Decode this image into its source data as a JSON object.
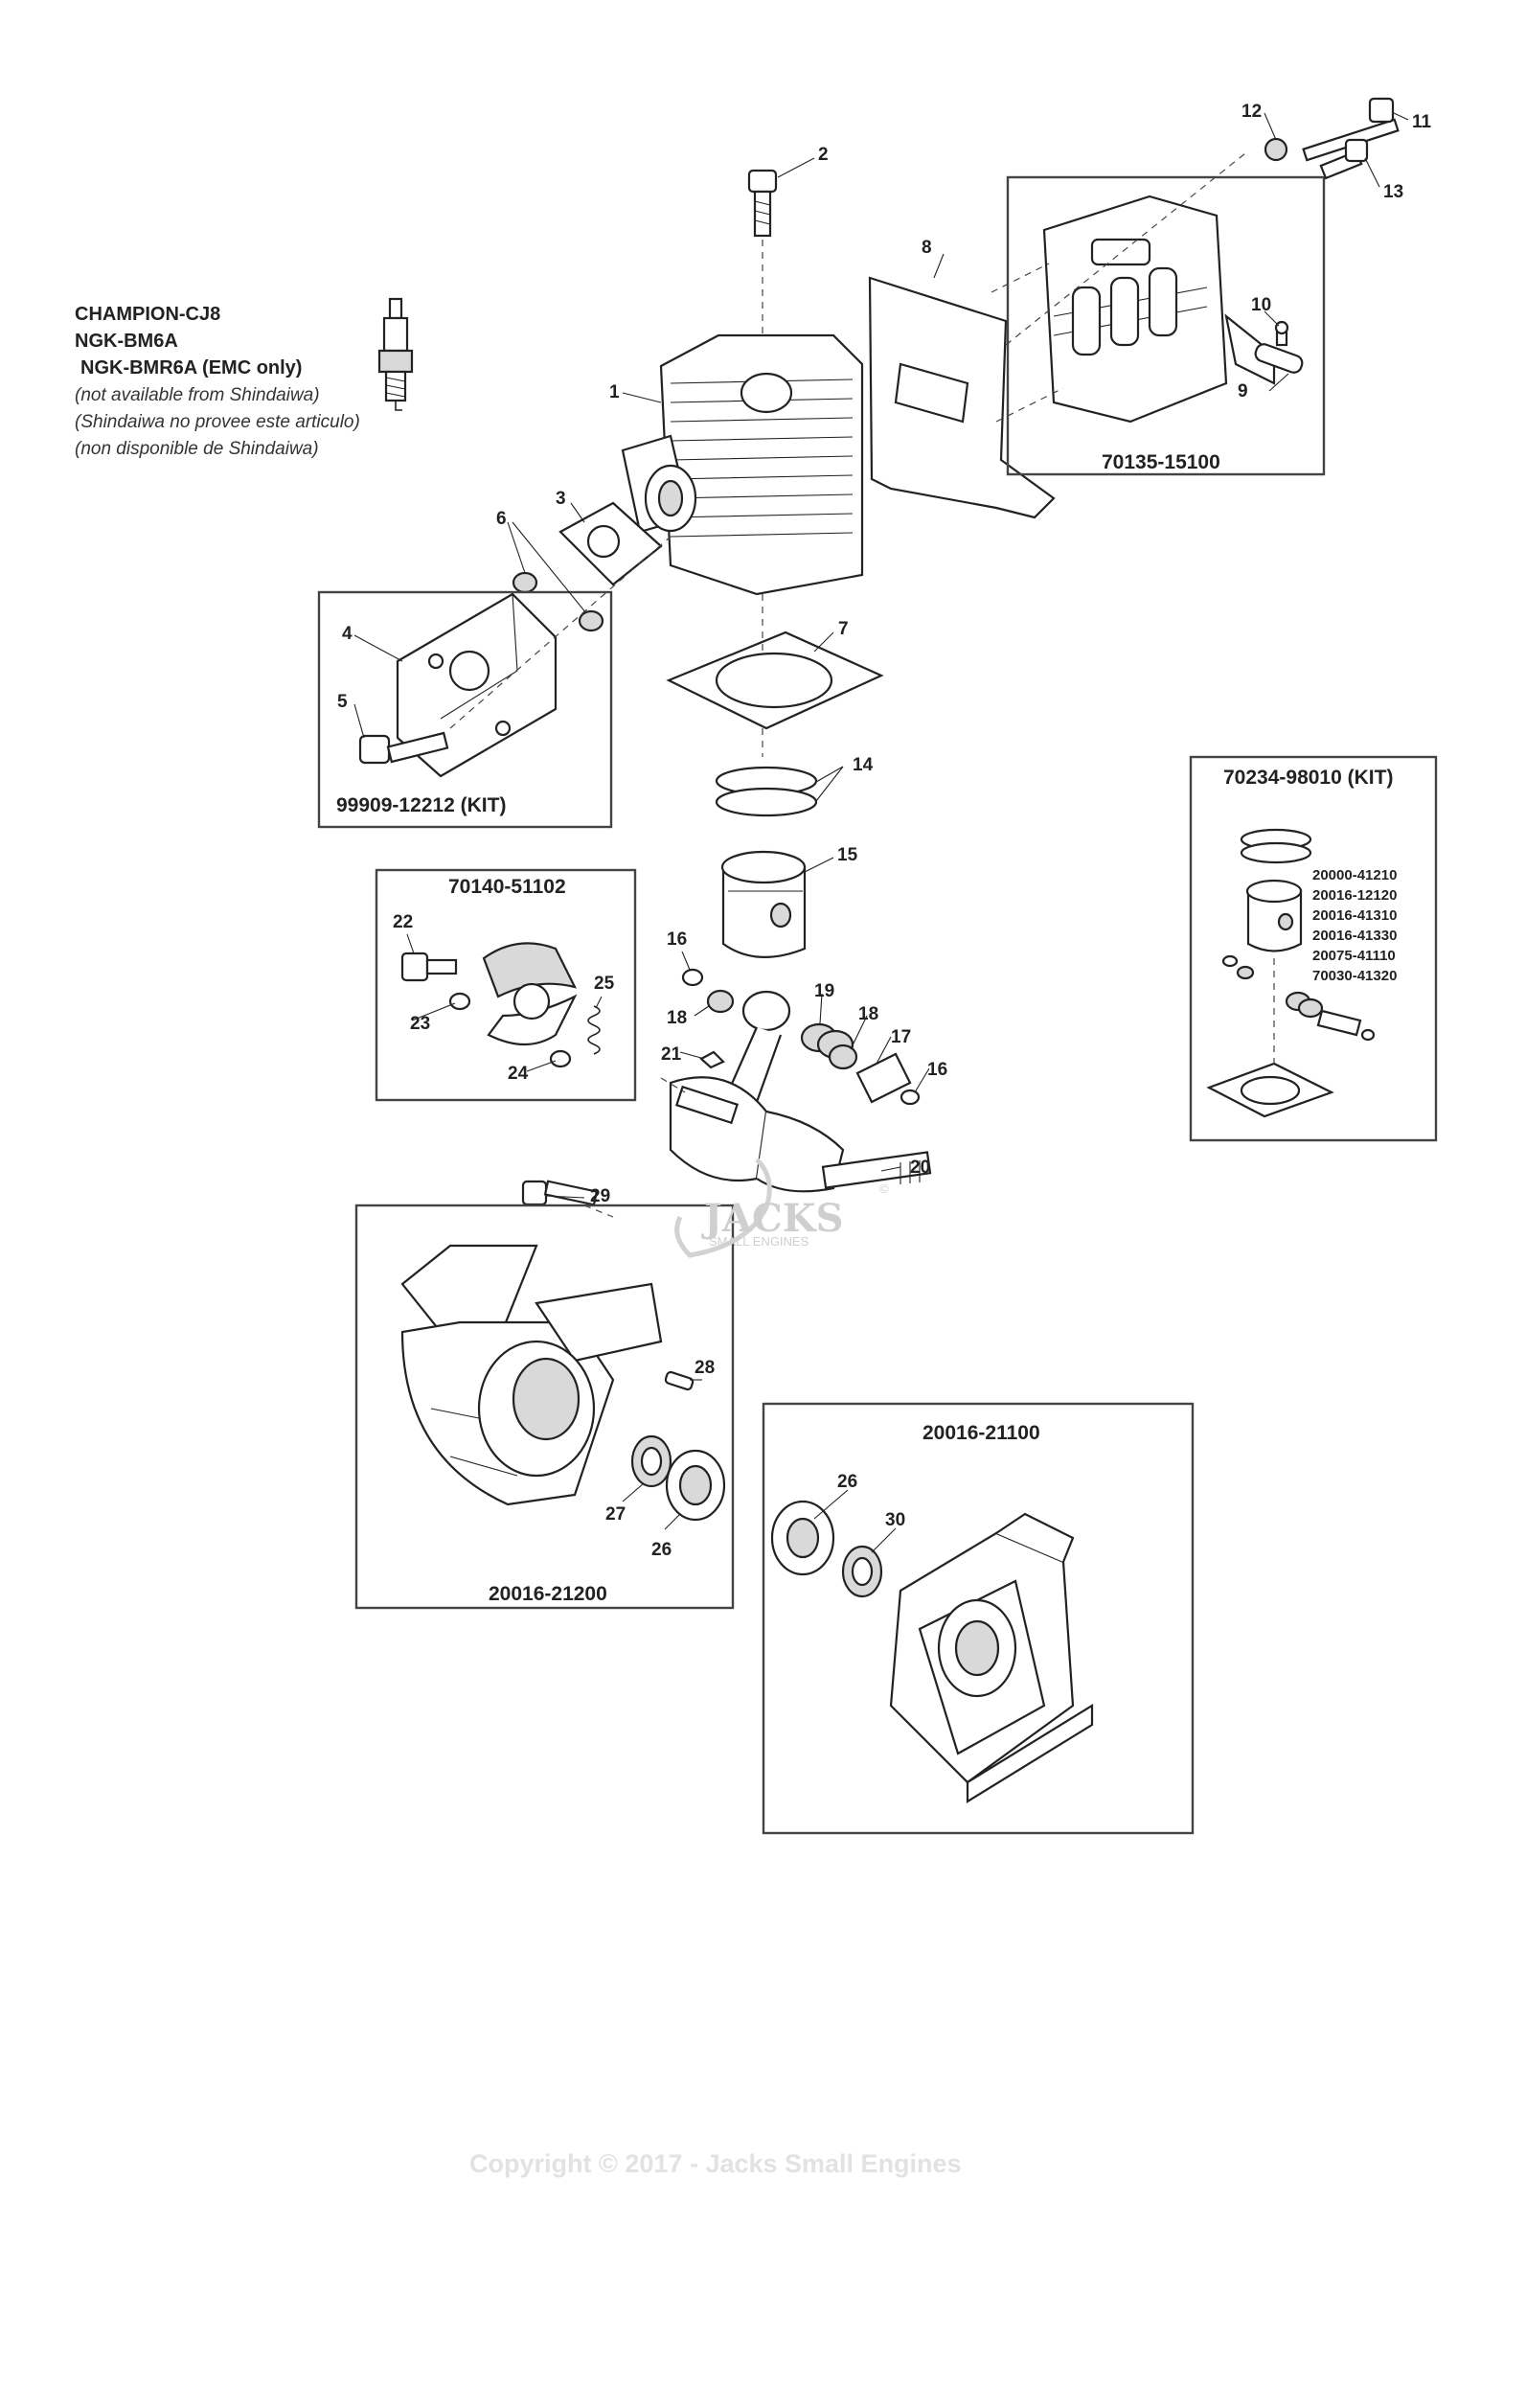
{
  "spark_plug": {
    "icon": "spark-plug-icon",
    "lines": [
      "CHAMPION-CJ8",
      "NGK-BM6A",
      "NGK-BMR6A (EMC only)"
    ],
    "notes": [
      "(not available from Shindaiwa)",
      "(Shindaiwa no provee este articulo)",
      "(non disponible de Shindaiwa)"
    ]
  },
  "kits": {
    "muffler": "70135-15100",
    "intake": "99909-12212 (KIT)",
    "clutch": "70140-51102",
    "piston_kit": "70234-98010 (KIT)",
    "crankcase_left": "20016-21200",
    "crankcase_right": "20016-21100"
  },
  "piston_kit_parts": [
    "20000-41210",
    "20016-12120",
    "20016-41310",
    "20016-41330",
    "20075-41110",
    "70030-41320"
  ],
  "callouts": [
    "1",
    "2",
    "3",
    "4",
    "5",
    "6",
    "7",
    "8",
    "9",
    "10",
    "11",
    "12",
    "13",
    "14",
    "15",
    "16",
    "16",
    "17",
    "18",
    "18",
    "19",
    "20",
    "21",
    "22",
    "23",
    "24",
    "25",
    "26",
    "26",
    "27",
    "28",
    "29",
    "30"
  ],
  "watermark": {
    "brand": "JACKS",
    "tagline": "SMALL ENGINES",
    "mark": "©"
  },
  "copyright": "Copyright © 2017 - Jacks Small Engines"
}
